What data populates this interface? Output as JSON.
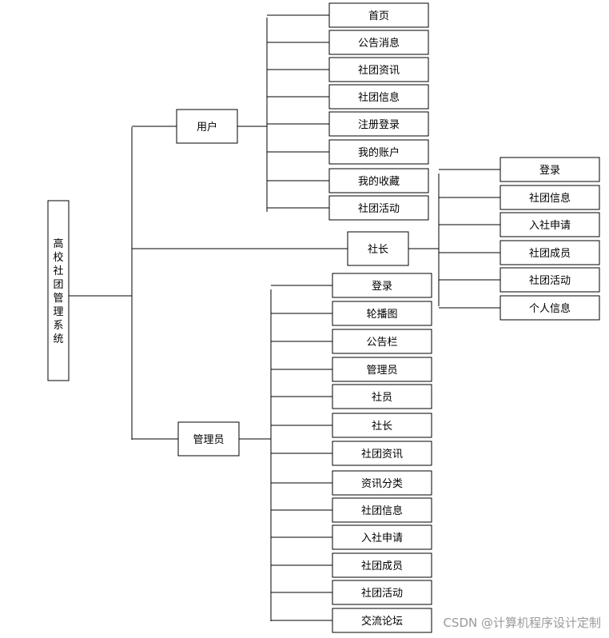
{
  "root": {
    "label": "高校社团管理系统"
  },
  "roles": [
    {
      "label": "用户",
      "children": [
        "首页",
        "公告消息",
        "社团资讯",
        "社团信息",
        "注册登录",
        "我的账户",
        "我的收藏",
        "社团活动"
      ]
    },
    {
      "label": "社长",
      "children": [
        "登录",
        "社团信息",
        "入社申请",
        "社团成员",
        "社团活动",
        "个人信息"
      ]
    },
    {
      "label": "管理员",
      "children": [
        "登录",
        "轮播图",
        "公告栏",
        "管理员",
        "社员",
        "社长",
        "社团资讯",
        "资讯分类",
        "社团信息",
        "入社申请",
        "社团成员",
        "社团活动",
        "交流论坛"
      ]
    }
  ],
  "watermark": "CSDN @计算机程序设计定制"
}
